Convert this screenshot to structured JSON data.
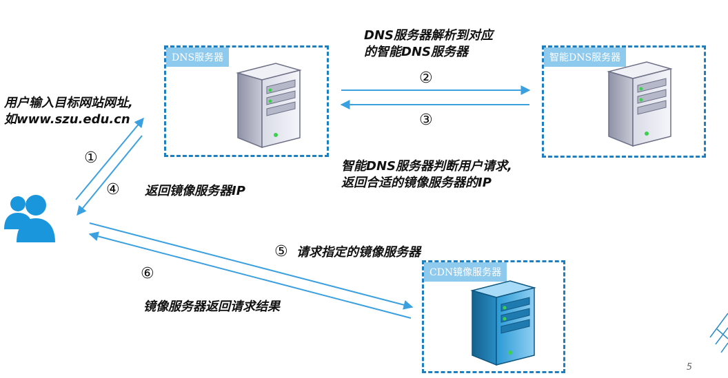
{
  "boxes": {
    "dns": "DNS服务器",
    "smart_dns": "智能DNS服务器",
    "cdn": "CDN镜像服务器"
  },
  "steps": {
    "s1": "①",
    "s2": "②",
    "s3": "③",
    "s4": "④",
    "s5": "⑤",
    "s6": "⑥"
  },
  "texts": {
    "user_input_l1": "用户输入目标网站网址,",
    "user_input_l2": "如www.szu.edu.cn",
    "dns_resolve_l1": "DNS服务器解析到对应",
    "dns_resolve_l2": "的智能DNS服务器",
    "smart_judge_l1": "智能DNS服务器判断用户请求,",
    "smart_judge_l2": "返回合适的镜像服务器的IP",
    "return_ip": "返回镜像服务器IP",
    "request_mirror": "请求指定的镜像服务器",
    "mirror_return": "镜像服务器返回请求结果"
  },
  "page_number": "5",
  "colors": {
    "accent": "#1e7fc0",
    "label_bg": "#8ec9ee",
    "arrow": "#3aa0e0",
    "user_icon": "#1a96dc"
  },
  "icons": {
    "user": "users-icon",
    "server": "server-tower-icon"
  }
}
